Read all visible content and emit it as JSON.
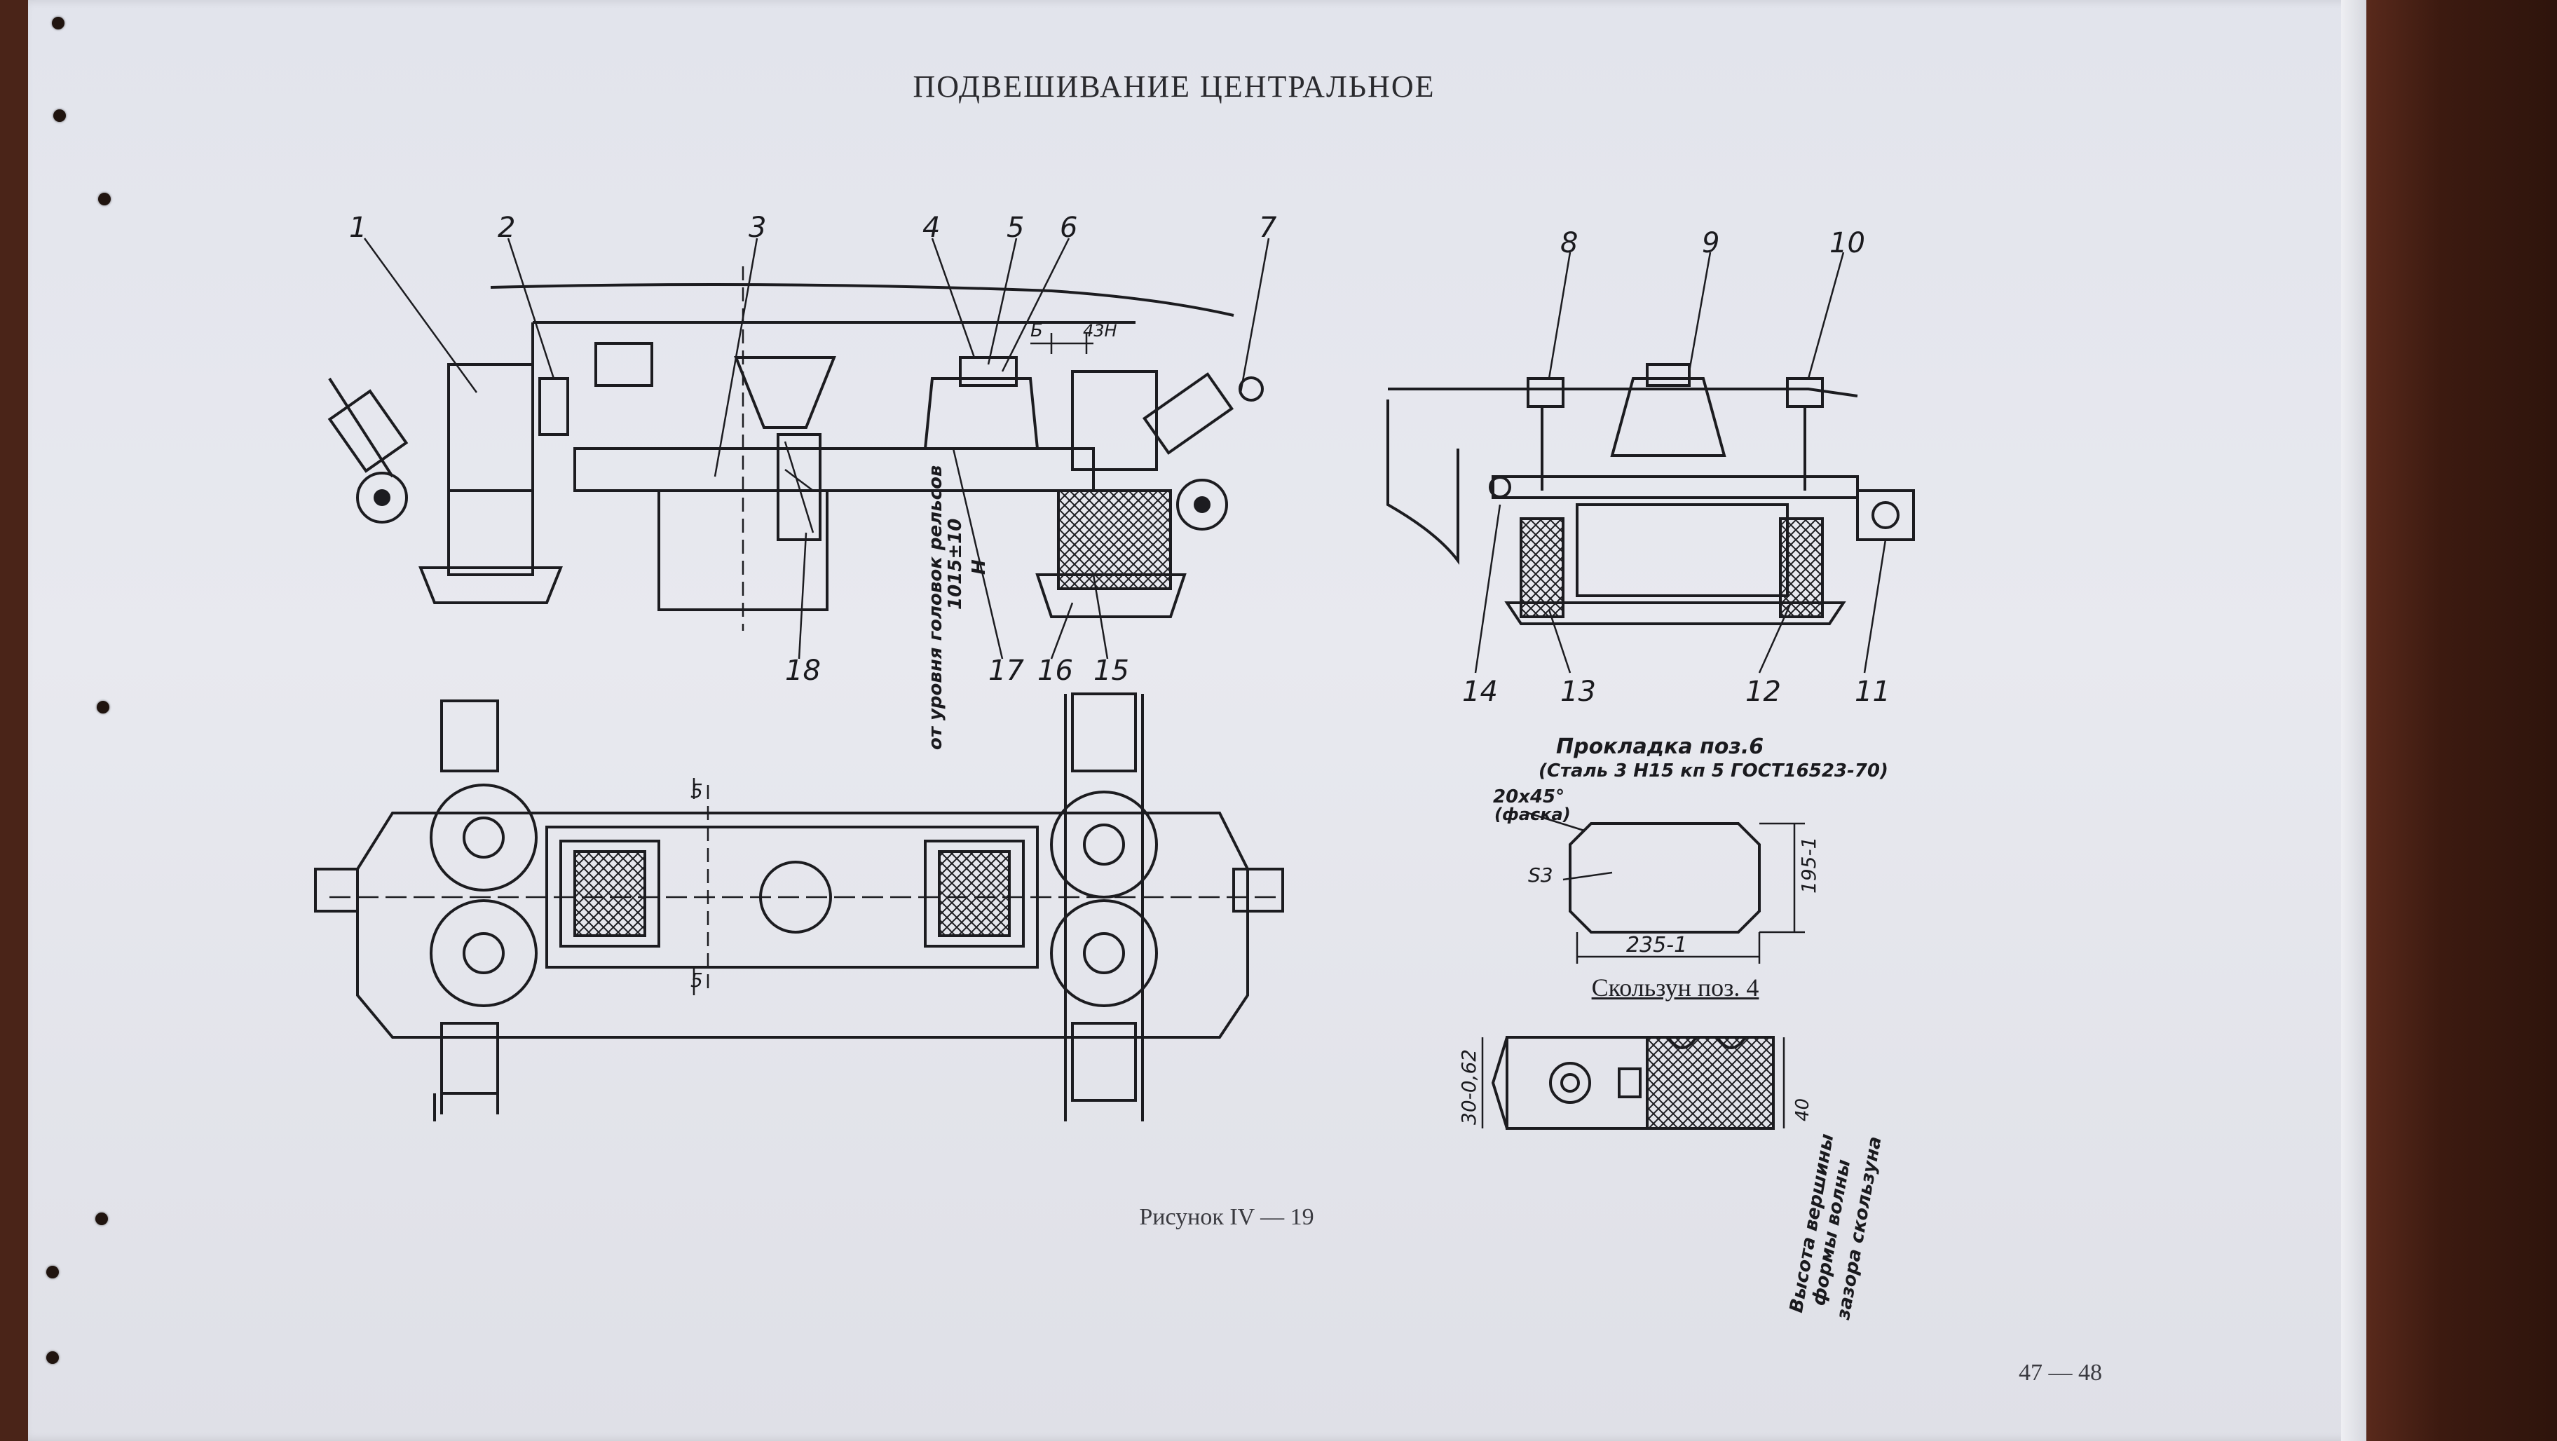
{
  "document": {
    "title": "ПОДВЕШИВАНИЕ ЦЕНТРАЛЬНОЕ",
    "figure_caption": "Рисунок IV — 19",
    "page_number": "47 — 48"
  },
  "callouts": [
    "1",
    "2",
    "3",
    "4",
    "5",
    "6",
    "7",
    "8",
    "9",
    "10",
    "11",
    "12",
    "13",
    "14",
    "15",
    "16",
    "17",
    "18"
  ],
  "annotations": {
    "dim_B": "Б",
    "dim_45": "43H",
    "height_note_1": "1015±10",
    "height_note_2": "от уровня головок рельсов",
    "height_note_H": "H",
    "section_5_top": "5",
    "section_5_bottom": "5",
    "gasket_title_1": "Прокладка поз.6",
    "gasket_title_2": "(Сталь 3 Н15 кп 5 ГОСТ16523-70)",
    "chamfer_1": "20x45°",
    "chamfer_2": "(фаска)",
    "surface_finish": "S3",
    "dim_width": "235-1",
    "dim_height": "195-1",
    "slider_label": "Скользун поз. 4",
    "slider_dim_left": "30-0,62",
    "slider_dim_right": "40",
    "slider_note_1": "Высота вершины",
    "slider_note_2": "формы волны",
    "slider_note_3": "зазора скользуна"
  }
}
